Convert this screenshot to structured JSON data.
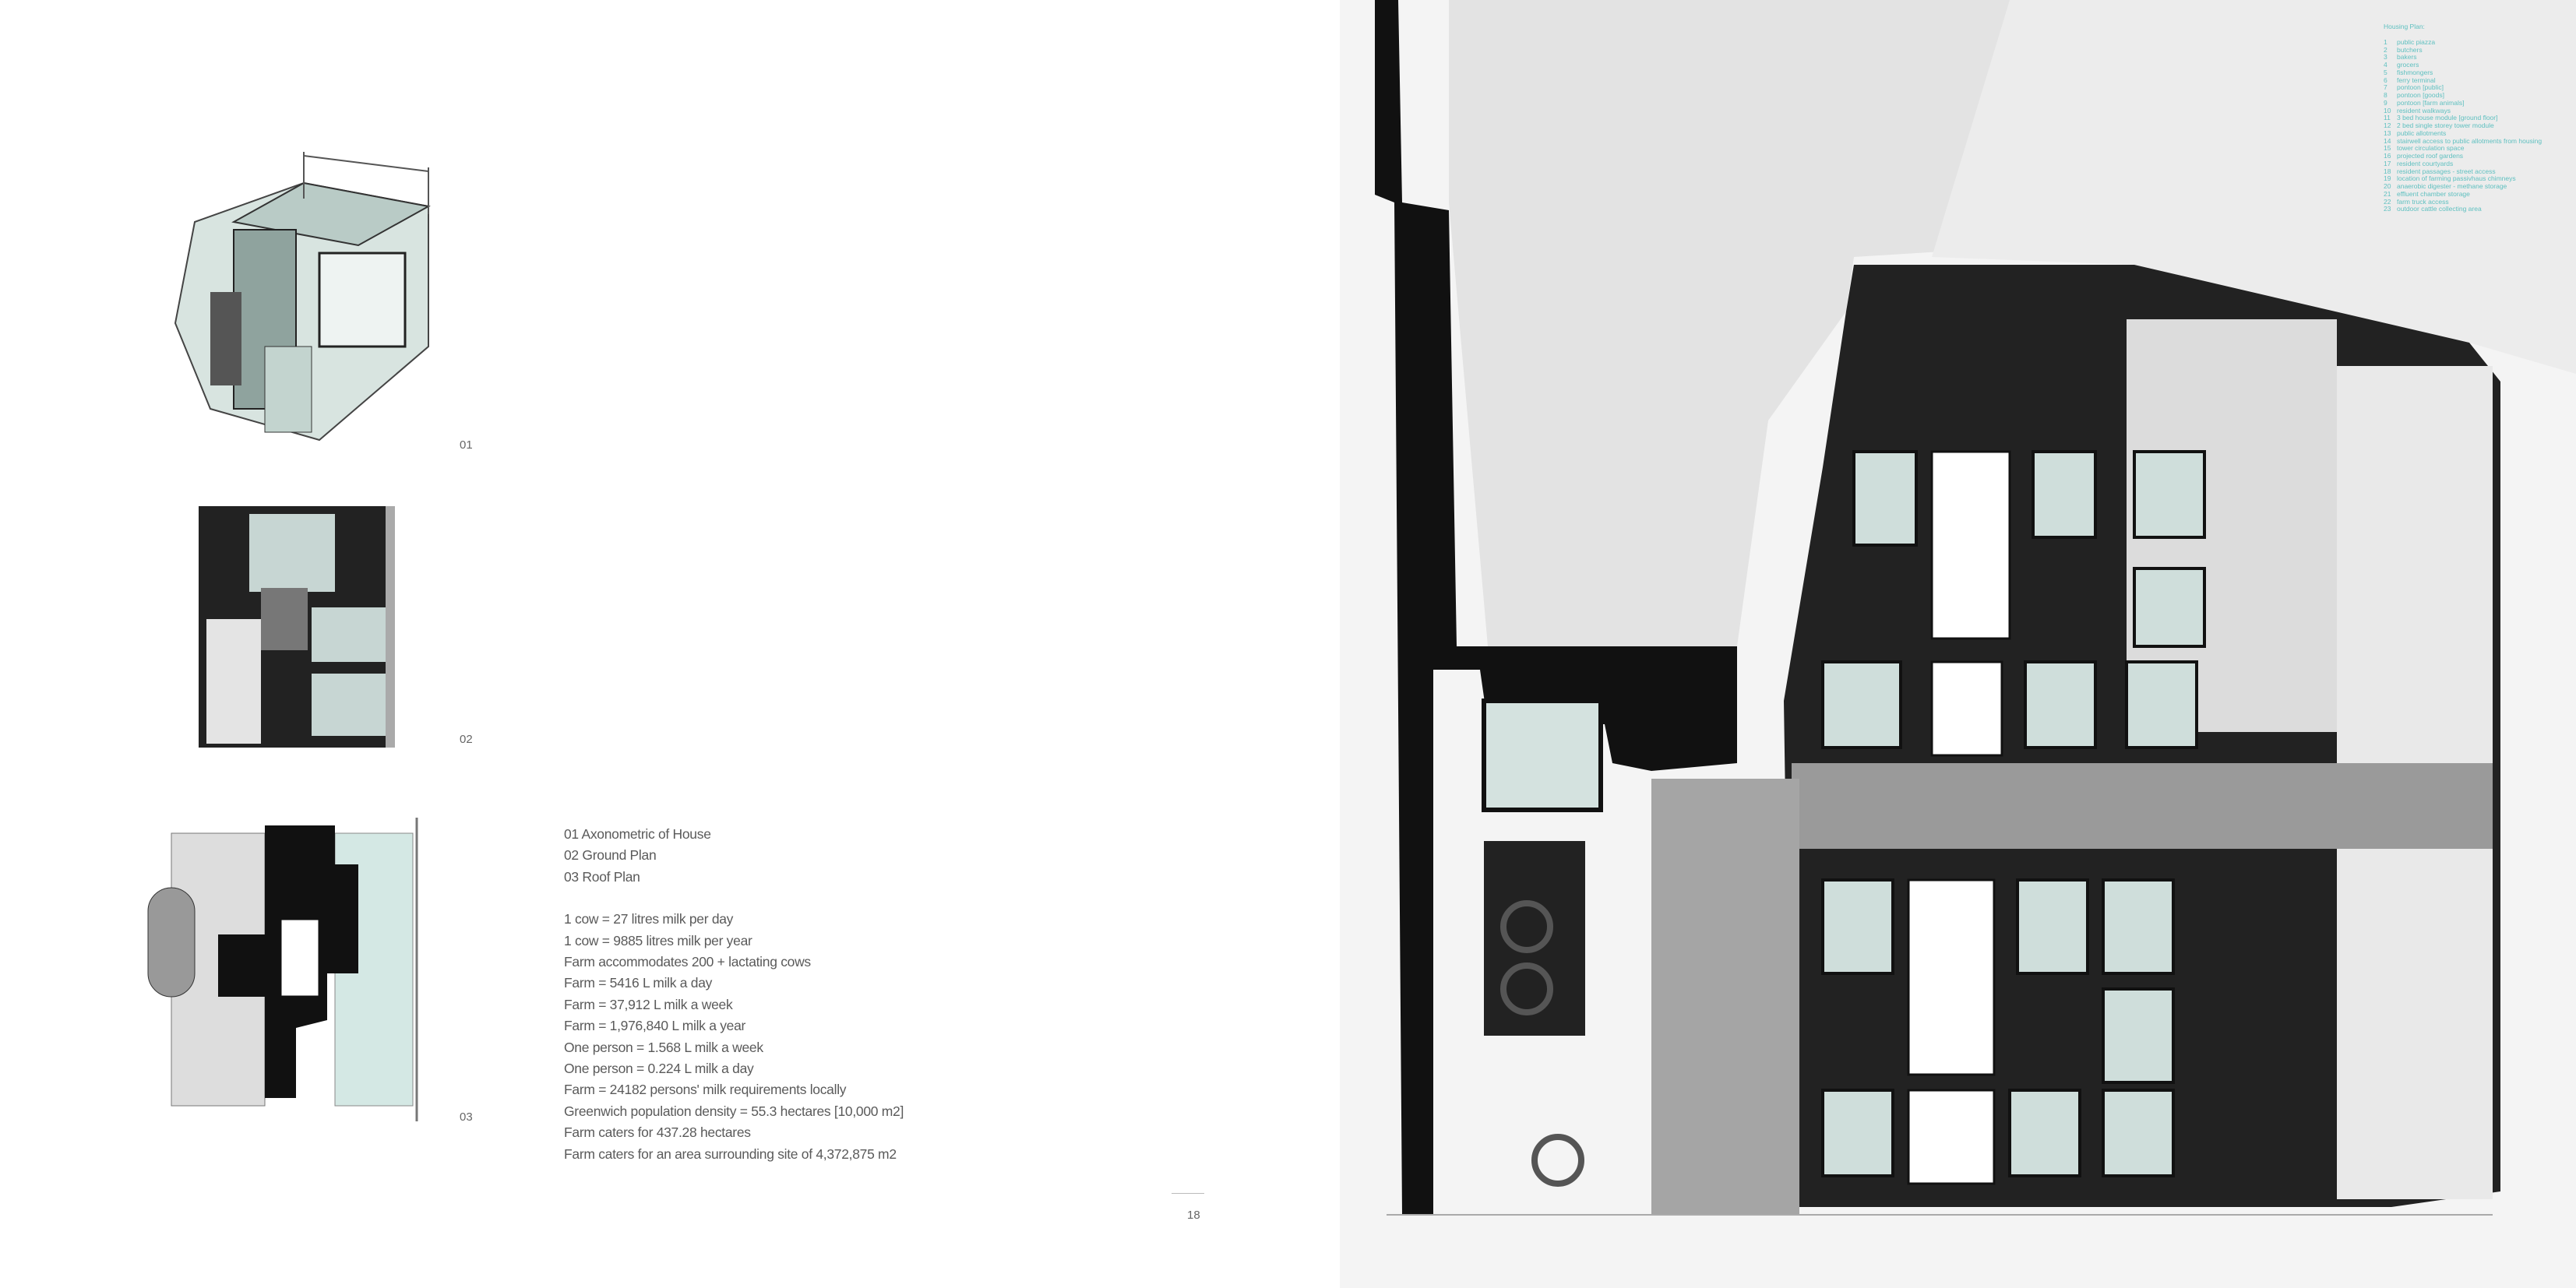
{
  "figures": [
    {
      "label": "01"
    },
    {
      "label": "02"
    },
    {
      "label": "03"
    }
  ],
  "captions": [
    "01 Axonometric of House",
    "02 Ground Plan",
    "03 Roof Plan"
  ],
  "facts": [
    "1 cow = 27 litres milk per day",
    "1 cow = 9885 litres milk per year",
    "Farm accommodates 200 + lactating cows",
    "Farm = 5416 L milk a day",
    "Farm = 37,912 L milk a week",
    "Farm = 1,976,840 L milk a year",
    "One person = 1.568 L milk a week",
    "One person = 0.224 L milk a day",
    "Farm = 24182 persons' milk requirements locally",
    "Greenwich population density = 55.3 hectares [10,000 m2]",
    "Farm caters for 437.28 hectares",
    "Farm caters for an area surrounding site of 4,372,875 m2"
  ],
  "page_number": "18",
  "legend": {
    "title": "Housing Plan:",
    "items": [
      {
        "n": "1",
        "t": "public piazza"
      },
      {
        "n": "2",
        "t": "butchers"
      },
      {
        "n": "3",
        "t": "bakers"
      },
      {
        "n": "4",
        "t": "grocers"
      },
      {
        "n": "5",
        "t": "fishmongers"
      },
      {
        "n": "6",
        "t": "ferry terminal"
      },
      {
        "n": "7",
        "t": "pontoon [public]"
      },
      {
        "n": "8",
        "t": "pontoon [goods]"
      },
      {
        "n": "9",
        "t": "pontoon [farm animals]"
      },
      {
        "n": "10",
        "t": "resident walkways"
      },
      {
        "n": "11",
        "t": "3 bed house module [ground floor]"
      },
      {
        "n": "12",
        "t": "2 bed single storey tower module"
      },
      {
        "n": "13",
        "t": "public allotments"
      },
      {
        "n": "14",
        "t": "stairwell access to public allotments from housing"
      },
      {
        "n": "15",
        "t": "tower circulation space"
      },
      {
        "n": "16",
        "t": "projected roof gardens"
      },
      {
        "n": "17",
        "t": "resident courtyards"
      },
      {
        "n": "18",
        "t": "resident passages - street access"
      },
      {
        "n": "19",
        "t": "location of farming passivhaus chimneys"
      },
      {
        "n": "20",
        "t": "anaerobic digester - methane storage"
      },
      {
        "n": "21",
        "t": "effluent chamber storage"
      },
      {
        "n": "22",
        "t": "farm truck access"
      },
      {
        "n": "23",
        "t": "outdoor cattle collecting area"
      }
    ]
  },
  "colors": {
    "legend": "#5fc0c0",
    "text": "#5a5a5a",
    "wall": "#111111",
    "ground": "#e6e6e6",
    "glass": "#cfe3df"
  }
}
